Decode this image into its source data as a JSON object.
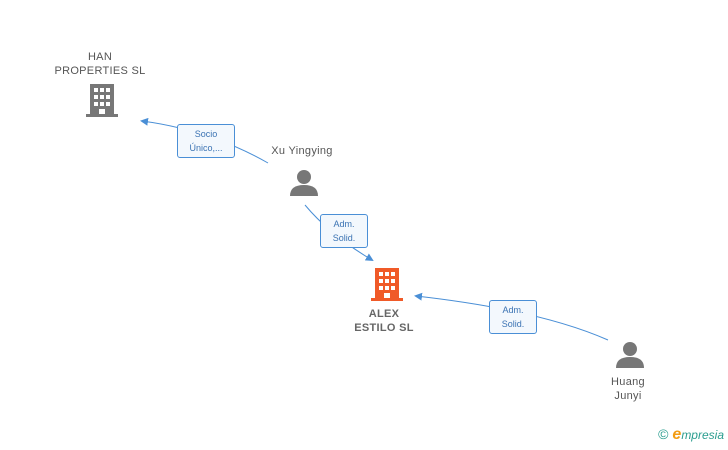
{
  "nodes": {
    "han": {
      "line1": "HAN",
      "line2": "PROPERTIES  SL",
      "type": "company",
      "color": "#777777"
    },
    "xu": {
      "line1": "Xu Yingying",
      "type": "person",
      "color": "#777777"
    },
    "alex": {
      "line1": "ALEX",
      "line2": "ESTILO SL",
      "type": "company",
      "color": "#f05a28"
    },
    "huang": {
      "line1": "Huang",
      "line2": "Junyi",
      "type": "person",
      "color": "#777777"
    }
  },
  "edges": {
    "socio": {
      "line1": "Socio",
      "line2": "Único,..."
    },
    "adm1": {
      "line1": "Adm.",
      "line2": "Solid."
    },
    "adm2": {
      "line1": "Adm.",
      "line2": "Solid."
    }
  },
  "colors": {
    "edge": "#4a8fd6"
  },
  "brand": {
    "copyright": "©",
    "e": "e",
    "text": "mpresia"
  }
}
